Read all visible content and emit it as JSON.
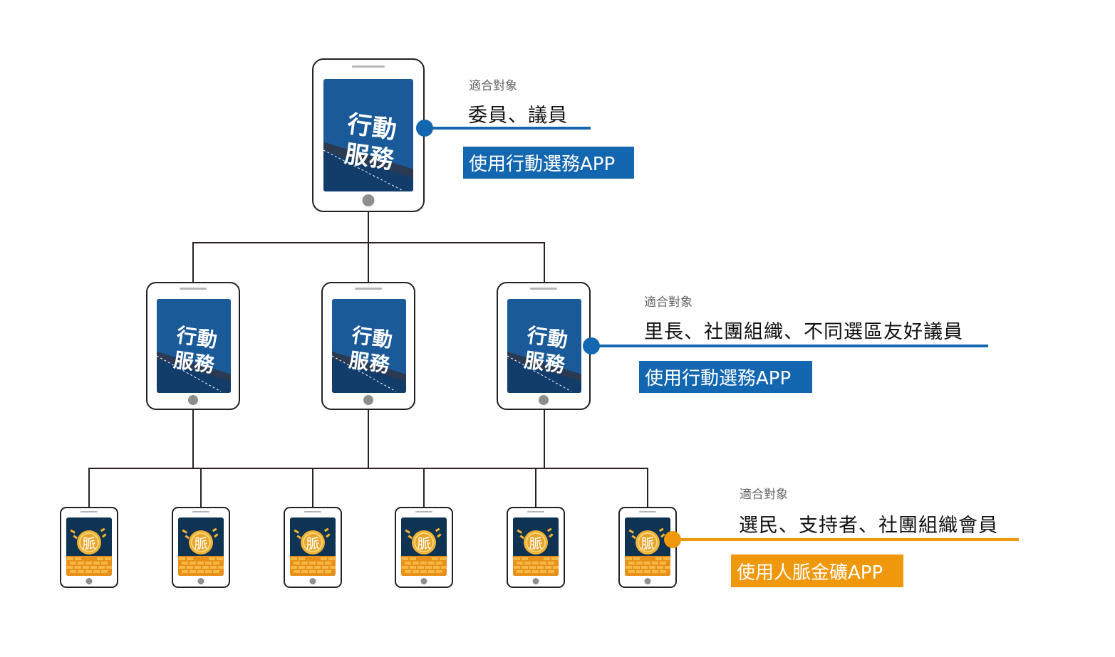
{
  "tiers": [
    {
      "id": "top",
      "audience_label": "適合對象",
      "audience": "委員、議員",
      "app_badge": "使用行動選務APP",
      "accent": "#1366b0",
      "device_count": 1
    },
    {
      "id": "middle",
      "audience_label": "適合對象",
      "audience": "里長、社團組織、不同選區友好議員",
      "app_badge": "使用行動選務APP",
      "accent": "#1366b0",
      "device_count": 3
    },
    {
      "id": "bottom",
      "audience_label": "適合對象",
      "audience": "選民、支持者、社團組織會員",
      "app_badge": "使用人脈金礦APP",
      "accent": "#f0980c",
      "device_count": 6
    }
  ],
  "app_icons": {
    "mobile_service": {
      "line1": "行動",
      "line2": "服務"
    },
    "network_gold": {
      "glyph": "脈"
    }
  },
  "colors": {
    "blue_accent": "#1366b0",
    "orange_accent": "#f0980c",
    "connector": "#2b2222",
    "screen_blue": "#1b5a99",
    "screen_navy": "#0f3352",
    "coin_gold": "#f2b233"
  }
}
